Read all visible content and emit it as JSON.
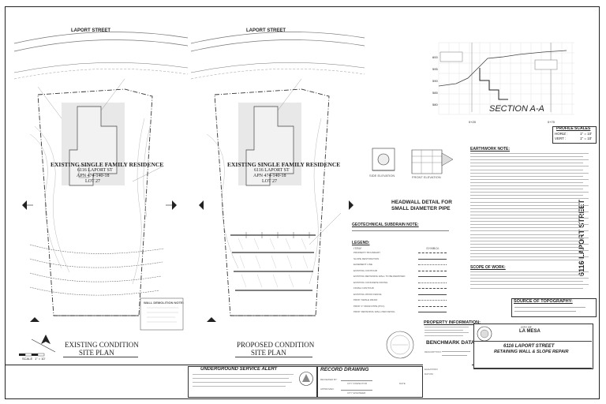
{
  "street": {
    "left": "LAPORT STREET",
    "right": "LAPORT STREET"
  },
  "existing_plan": {
    "residence_title": "EXISTING SINGLE FAMILY RESIDENCE",
    "address": "6116 LAPORT ST",
    "apn": "APN 474-140-18",
    "lot": "LOT 27",
    "title_line1": "EXISTING CONDITION",
    "title_line2": "SITE PLAN",
    "note_title": "WALL DEMOLITION NOTE:"
  },
  "proposed_plan": {
    "residence_title": "EXISTING SINGLE FAMILY RESIDENCE",
    "address": "6116 LAPORT ST",
    "apn": "APN 474-140-18",
    "lot": "LOT 27",
    "title_line1": "PROPOSED CONDITION",
    "title_line2": "SITE PLAN"
  },
  "section": {
    "title": "SECTION A-A",
    "profile_scales_title": "PROFILE SCALES",
    "horiz_label": "HORIZ :",
    "horiz_value": "1\" = 10'",
    "vert_label": "VERT :",
    "vert_value": "1\" = 10'",
    "elevations": [
      "600",
      "595",
      "590",
      "585",
      "580"
    ],
    "stations": [
      "0+20",
      "0+70"
    ]
  },
  "headwall": {
    "title_line1": "HEADWALL DETAIL FOR",
    "title_line2": "SMALL DIAMETER PIPE",
    "side_label": "SIDE ELEVATION",
    "front_label": "FRONT ELEVATION"
  },
  "geotech": {
    "title": "GEOTECHNICAL SUBDRAIN NOTE:"
  },
  "legend": {
    "title": "LEGEND:",
    "col_item": "ITEM",
    "col_symbol": "SYMBOL",
    "items": [
      "PROPERTY BOUNDARY",
      "SLOPE RESTORATION",
      "EASEMENT LINE",
      "EXISTING CONTOUR",
      "EXISTING RETAINING WALL TO BE REMOVED",
      "EXISTING CONCRETE PAVING",
      "FINISH CONTOUR",
      "EXISTING WOOD FENCE",
      "PROP. SWALE DRAIN",
      "PROP. 4\" DRAIN PIPE (PVC)",
      "PROP. RETAINING WALL PER DETAIL"
    ]
  },
  "earthwork": {
    "title": "EARTHWORK NOTE:"
  },
  "scope": {
    "title": "SCOPE OF WORK:"
  },
  "topo": {
    "title": "SOURCE OF TOPOGRAPHY:"
  },
  "property_info": {
    "title": "PROPERTY INFORMATION:"
  },
  "benchmark": {
    "title": "BENCHMARK DATA",
    "description_label": "DESCRIPTION:",
    "elevation_label": "ELEVATION:",
    "datum_label": "DATUM:"
  },
  "record_drawing": {
    "title": "RECORD DRAWING",
    "reviewed_by": "REVIEWED BY:",
    "approved": "APPROVED:",
    "city_inspector": "CITY INSPECTOR",
    "city_engineer": "CITY ENGINEER",
    "date": "DATE"
  },
  "usa_alert": {
    "title": "UNDERGROUND SERVICE ALERT"
  },
  "city": {
    "name": "LA MESA",
    "prefix": "CITY OF"
  },
  "project": {
    "title_line1": "6116 LAPORT STREET",
    "title_line2": "RETAINING WALL & SLOPE REPAIR",
    "side_title": "6116 LAPORT STREET"
  },
  "scale": {
    "label": "SCALE",
    "value": "1\" = 10'"
  },
  "colors": {
    "line": "#333333",
    "hatch": "#999999",
    "paper": "#ffffff",
    "background": "#d9d9d9"
  }
}
